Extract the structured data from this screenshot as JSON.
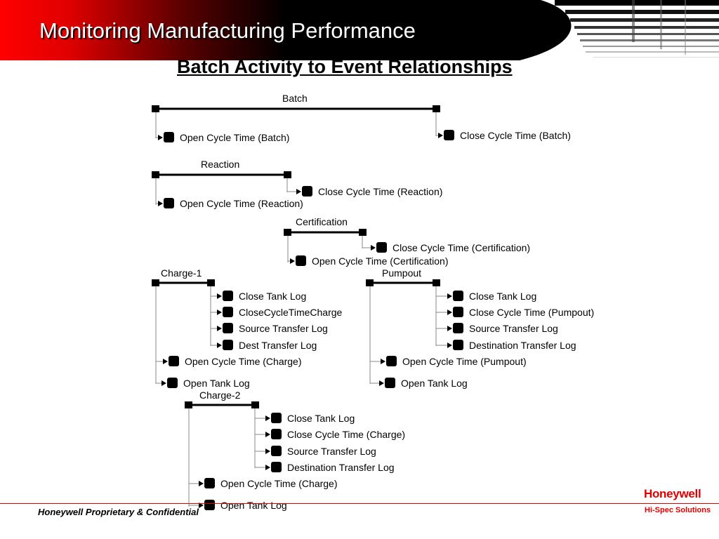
{
  "slide_title": "Monitoring Manufacturing Performance",
  "subtitle": "Batch Activity to Event Relationships",
  "colors": {
    "header_red": "#ff0000",
    "header_black": "#000000",
    "brand_red": "#e10000"
  },
  "groups": {
    "batch": {
      "label": "Batch",
      "open": [
        "Open Cycle Time (Batch)"
      ],
      "close": [
        "Close Cycle Time (Batch)"
      ]
    },
    "reaction": {
      "label": "Reaction",
      "open": [
        "Open Cycle Time (Reaction)"
      ],
      "close": [
        "Close Cycle Time (Reaction)"
      ]
    },
    "certification": {
      "label": "Certification",
      "open": [
        "Open Cycle Time (Certification)"
      ],
      "close": [
        "Close Cycle Time (Certification)"
      ]
    },
    "charge1": {
      "label": "Charge-1",
      "open": [
        "Open Cycle Time (Charge)",
        "Open Tank Log"
      ],
      "close": [
        "Close Tank Log",
        "CloseCycleTimeCharge",
        "Source Transfer Log",
        "Dest Transfer Log"
      ]
    },
    "pumpout": {
      "label": "Pumpout",
      "open": [
        "Open Cycle Time (Pumpout)",
        "Open Tank Log"
      ],
      "close": [
        "Close Tank Log",
        "Close Cycle Time (Pumpout)",
        "Source Transfer Log",
        "Destination Transfer Log"
      ]
    },
    "charge2": {
      "label": "Charge-2",
      "open": [
        "Open Cycle Time (Charge)",
        "Open Tank Log"
      ],
      "close": [
        "Close Tank Log",
        "Close Cycle Time (Charge)",
        "Source Transfer Log",
        "Destination Transfer Log"
      ]
    }
  },
  "footer": {
    "confidential": "Honeywell Proprietary & Confidential",
    "brand": "Honeywell",
    "tagline": "Hi-Spec Solutions"
  }
}
